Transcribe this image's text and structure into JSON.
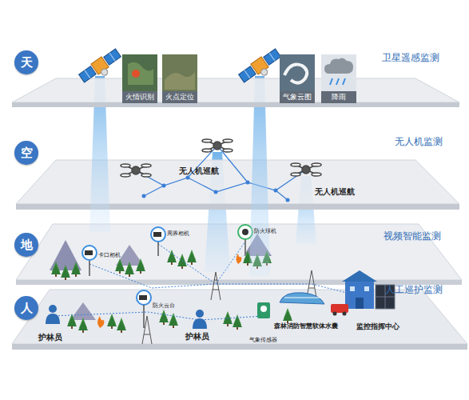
{
  "diagram": {
    "nodes": [
      {
        "text": [
          "天"
        ]
      },
      {
        "text": [
          "空"
        ]
      },
      {
        "text": [
          "地"
        ]
      },
      {
        "text": [
          "人"
        ]
      },
      {
        "text": [
          "火情识别"
        ]
      },
      {
        "text": [
          "火点定位"
        ]
      },
      {
        "text": [
          "气象云图"
        ]
      },
      {
        "text": [
          "降雨"
        ]
      }
    ],
    "labels": [
      "卫星遥感监测",
      "无人机监测",
      "视频智能监测",
      "人工巡护监测",
      "无人机巡航",
      "无人机巡航",
      "卡口相机",
      "周界相机",
      "防火球机",
      "防火云台",
      "护林员",
      "护林员",
      "气象传感器",
      "森林消防智慧软体水囊",
      "监控指挥中心"
    ]
  }
}
